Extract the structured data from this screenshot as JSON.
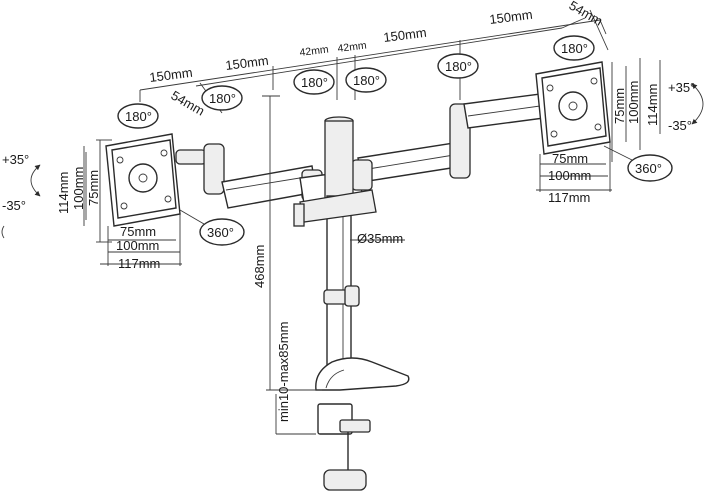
{
  "dimensions": {
    "top_150_a": "150mm",
    "top_150_b": "150mm",
    "top_150_c": "150mm",
    "top_150_d": "150mm",
    "top_54_left": "54mm",
    "top_54_right": "54mm",
    "top_42_a": "42mm",
    "top_42_b": "42mm",
    "pole_diameter": "Ø35mm",
    "pole_height": "468mm",
    "clamp_range": "min10-max85mm",
    "left_vesa_75": "75mm",
    "left_vesa_100": "100mm",
    "left_vesa_117": "117mm",
    "left_vesa_114": "114mm",
    "left_vesa_100v": "100mm",
    "left_vesa_75v": "75mm",
    "right_vesa_75": "75mm",
    "right_vesa_100": "100mm",
    "right_vesa_117": "117mm",
    "right_vesa_114": "114mm",
    "right_vesa_100v": "100mm",
    "right_vesa_75v": "75mm"
  },
  "rotations": {
    "r180_1": "180°",
    "r180_2": "180°",
    "r180_3": "180°",
    "r180_4": "180°",
    "r180_5": "180°",
    "r180_6": "180°",
    "r360_left": "360°",
    "r360_right": "360°"
  },
  "tilt": {
    "left_up": "+35°",
    "left_down": "-35°",
    "right_up": "+35°",
    "right_down": "-35°"
  }
}
